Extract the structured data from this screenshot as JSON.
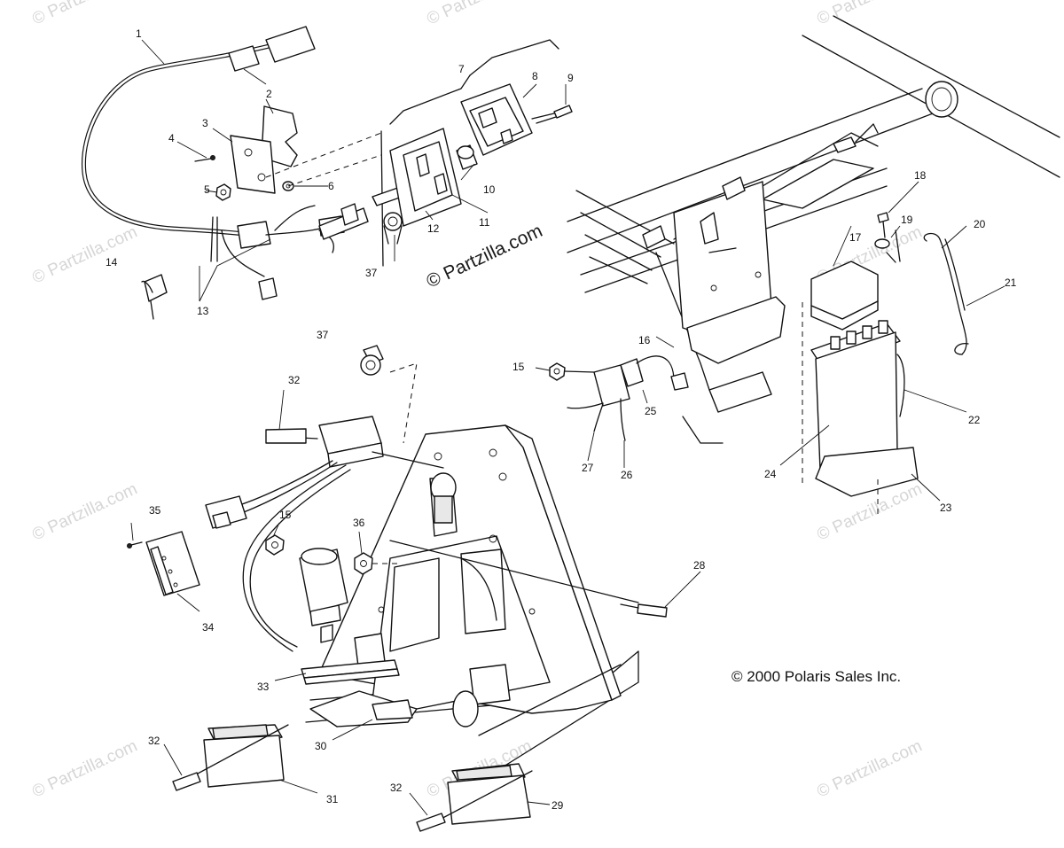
{
  "diagram": {
    "copyright_notice": "© 2000 Polaris Sales Inc.",
    "center_watermark": "© Partzilla.com",
    "tiled_watermark": "© Partzilla.com",
    "callouts": [
      "1",
      "2",
      "3",
      "4",
      "5",
      "6",
      "7",
      "8",
      "9",
      "10",
      "11",
      "12",
      "13",
      "14",
      "37",
      "37",
      "32",
      "15",
      "36",
      "35",
      "34",
      "33",
      "30",
      "31",
      "32",
      "29",
      "32",
      "28",
      "16",
      "15",
      "25",
      "27",
      "26",
      "17",
      "18",
      "19",
      "20",
      "21",
      "22",
      "24",
      "23"
    ]
  }
}
